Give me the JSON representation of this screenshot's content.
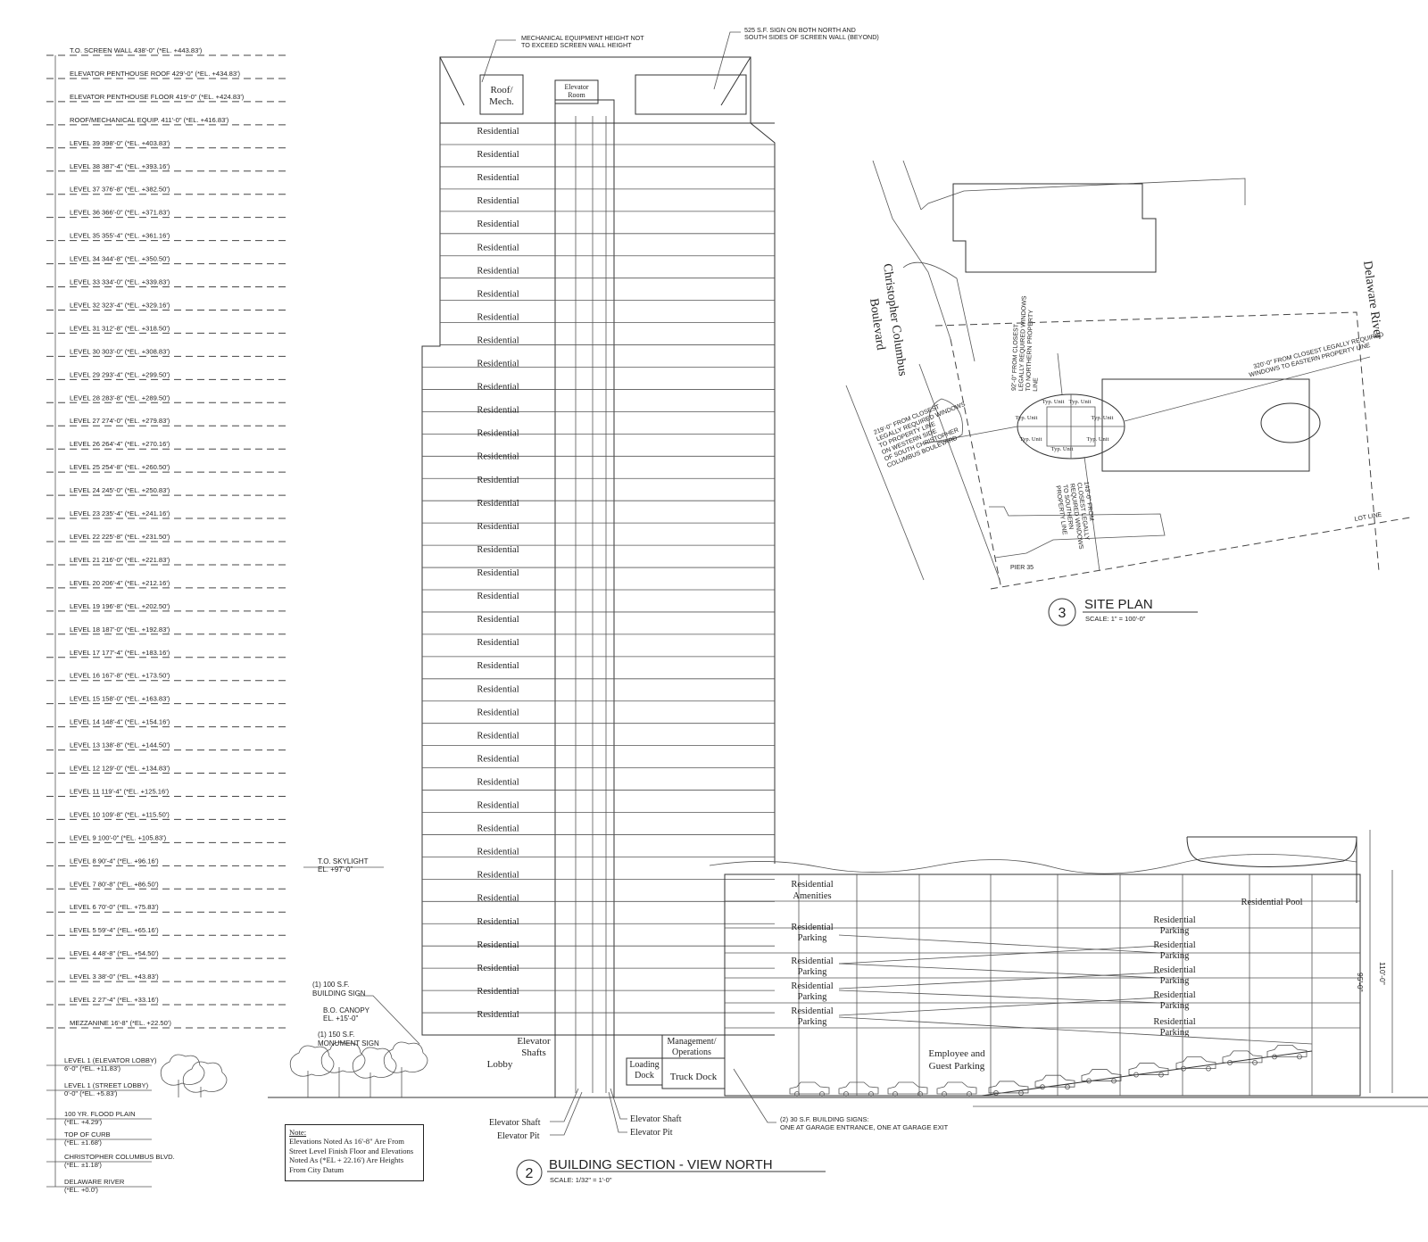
{
  "elevation_levels": [
    {
      "name": "T.O. SCREEN WALL",
      "height": "438'-0\"",
      "datum": "(*EL. +443.83')"
    },
    {
      "name": "ELEVATOR PENTHOUSE ROOF",
      "height": "429'-0\"",
      "datum": "(*EL. +434.83')"
    },
    {
      "name": "ELEVATOR PENTHOUSE FLOOR",
      "height": "419'-0\"",
      "datum": "(*EL. +424.83')"
    },
    {
      "name": "ROOF/MECHANICAL EQUIP.",
      "height": "411'-0\"",
      "datum": "(*EL. +416.83')"
    },
    {
      "name": "LEVEL 39",
      "height": "398'-0\"",
      "datum": "(*EL. +403.83')"
    },
    {
      "name": "LEVEL 38",
      "height": "387'-4\"",
      "datum": "(*EL. +393.16')"
    },
    {
      "name": "LEVEL 37",
      "height": "376'-8\"",
      "datum": "(*EL. +382.50')"
    },
    {
      "name": "LEVEL 36",
      "height": "366'-0\"",
      "datum": "(*EL. +371.83')"
    },
    {
      "name": "LEVEL 35",
      "height": "355'-4\"",
      "datum": "(*EL. +361.16')"
    },
    {
      "name": "LEVEL 34",
      "height": "344'-8\"",
      "datum": "(*EL. +350.50')"
    },
    {
      "name": "LEVEL 33",
      "height": "334'-0\"",
      "datum": "(*EL. +339.83')"
    },
    {
      "name": "LEVEL 32",
      "height": "323'-4\"",
      "datum": "(*EL. +329.16')"
    },
    {
      "name": "LEVEL 31",
      "height": "312'-8\"",
      "datum": "(*EL. +318.50')"
    },
    {
      "name": "LEVEL 30",
      "height": "303'-0\"",
      "datum": "(*EL. +308.83')"
    },
    {
      "name": "LEVEL 29",
      "height": "293'-4\"",
      "datum": "(*EL. +299.50')"
    },
    {
      "name": "LEVEL 28",
      "height": "283'-8\"",
      "datum": "(*EL. +289.50')"
    },
    {
      "name": "LEVEL 27",
      "height": "274'-0\"",
      "datum": "(*EL. +279.83')"
    },
    {
      "name": "LEVEL 26",
      "height": "264'-4\"",
      "datum": "(*EL. +270.16')"
    },
    {
      "name": "LEVEL 25",
      "height": "254'-8\"",
      "datum": "(*EL. +260.50')"
    },
    {
      "name": "LEVEL 24",
      "height": "245'-0\"",
      "datum": "(*EL. +250.83')"
    },
    {
      "name": "LEVEL 23",
      "height": "235'-4\"",
      "datum": "(*EL. +241.16')"
    },
    {
      "name": "LEVEL 22",
      "height": "225'-8\"",
      "datum": "(*EL. +231.50')"
    },
    {
      "name": "LEVEL 21",
      "height": "216'-0\"",
      "datum": "(*EL. +221.83')"
    },
    {
      "name": "LEVEL 20",
      "height": "206'-4\"",
      "datum": "(*EL. +212.16')"
    },
    {
      "name": "LEVEL 19",
      "height": "196'-8\"",
      "datum": "(*EL. +202.50')"
    },
    {
      "name": "LEVEL 18",
      "height": "187'-0\"",
      "datum": "(*EL. +192.83')"
    },
    {
      "name": "LEVEL 17",
      "height": "177'-4\"",
      "datum": "(*EL. +183.16')"
    },
    {
      "name": "LEVEL 16",
      "height": "167'-8\"",
      "datum": "(*EL. +173.50')"
    },
    {
      "name": "LEVEL 15",
      "height": "158'-0\"",
      "datum": "(*EL. +163.83')"
    },
    {
      "name": "LEVEL 14",
      "height": "148'-4\"",
      "datum": "(*EL. +154.16')"
    },
    {
      "name": "LEVEL 13",
      "height": "138'-8\"",
      "datum": "(*EL. +144.50')"
    },
    {
      "name": "LEVEL 12",
      "height": "129'-0\"",
      "datum": "(*EL. +134.83')"
    },
    {
      "name": "LEVEL 11",
      "height": "119'-4\"",
      "datum": "(*EL. +125.16')"
    },
    {
      "name": "LEVEL 10",
      "height": "109'-8\"",
      "datum": "(*EL. +115.50')"
    },
    {
      "name": "LEVEL 9",
      "height": "100'-0\"",
      "datum": "(*EL. +105.83')"
    },
    {
      "name": "LEVEL 8",
      "height": "90'-4\"",
      "datum": "(*EL. +96.16')"
    },
    {
      "name": "LEVEL 7",
      "height": "80'-8\"",
      "datum": "(*EL. +86.50')"
    },
    {
      "name": "LEVEL 6",
      "height": "70'-0\"",
      "datum": "(*EL. +75.83')"
    },
    {
      "name": "LEVEL 5",
      "height": "59'-4\"",
      "datum": "(*EL. +65.16')"
    },
    {
      "name": "LEVEL 4",
      "height": "48'-8\"",
      "datum": "(*EL. +54.50')"
    },
    {
      "name": "LEVEL 3",
      "height": "38'-0\"",
      "datum": "(*EL. +43.83')"
    },
    {
      "name": "LEVEL 2",
      "height": "27'-4\"",
      "datum": "(*EL. +33.16')"
    },
    {
      "name": "MEZZANINE",
      "height": "16'-8\"",
      "datum": "(*EL. +22.50')"
    }
  ],
  "low_levels": [
    {
      "line1": "LEVEL 1 (ELEVATOR LOBBY)",
      "line2": "6'-0\" (*EL. +11.83')"
    },
    {
      "line1": "LEVEL 1 (STREET LOBBY)",
      "line2": "0'-0\" (*EL. +5.83')"
    },
    {
      "line1": "100 YR. FLOOD PLAIN",
      "line2": "(*EL. +4.29')"
    },
    {
      "line1": "TOP OF CURB",
      "line2": "(*EL. ±1.68')"
    },
    {
      "line1": "CHRISTOPHER COLUMBUS BLVD.",
      "line2": "(*EL. ±1.18')"
    },
    {
      "line1": "DELAWARE RIVER",
      "line2": "(*EL. +0.0')"
    }
  ],
  "top_callouts": {
    "mech": "MECHANICAL EQUIPMENT HEIGHT NOT TO EXCEED SCREEN WALL HEIGHT",
    "sign": "525 S.F. SIGN ON BOTH NORTH AND SOUTH SIDES OF SCREEN WALL (BEYOND)"
  },
  "tower": {
    "roof_label": "Roof/ Mech.",
    "elevator_room": "Elevator Room",
    "residential_label": "Residential",
    "lobby": "Lobby",
    "elevator_shafts": "Elevator Shafts",
    "loading_dock": "Loading Dock",
    "truck_dock": "Truck Dock",
    "management": "Management/ Operations"
  },
  "left_callouts": {
    "skylight": "T.O. SKYLIGHT",
    "skylight_el": "EL. +97'-0\"",
    "building_sign": "(1) 100 S.F. BUILDING SIGN",
    "canopy": "B.O. CANOPY",
    "canopy_el": "EL. +15'-0\"",
    "monument": "(1) 150 S.F. MONUMENT SIGN"
  },
  "garage": {
    "amenities": "Residential Amenities",
    "pool": "Residential Pool",
    "parking": "Residential Parking",
    "employee": "Employee and Guest Parking",
    "dim1": "110'-0\"",
    "dim2": "95'-0\""
  },
  "bottom_callouts": {
    "shaft": "Elevator Shaft",
    "pit": "Elevator Pit",
    "signs": "(2) 30 S.F. BUILDING SIGNS: ONE AT GARAGE ENTRANCE, ONE AT GARAGE EXIT"
  },
  "note": {
    "heading": "Note:",
    "text": "Elevations Noted As 16'-8\" Are From Street Level Finish Floor and Elevations Noted As (*EL + 22.16') Are Heights From City Datum"
  },
  "section_title": {
    "number": "2",
    "title": "BUILDING SECTION - VIEW NORTH",
    "scale": "SCALE: 1/32\" = 1'-0\""
  },
  "site_plan": {
    "number": "3",
    "title": "SITE PLAN",
    "scale": "SCALE: 1\" = 100'-0\"",
    "street": "Christopher Columbus Boulevard",
    "river": "Delaware River",
    "dim_north": "92'-0\" FROM CLOSEST LEGALLY REQUIRED WINDOWS TO NORTHERN PROPERTY LINE",
    "dim_east": "320'-0\" FROM CLOSEST LEGALLY REQUIRED WINDOWS TO EASTERN PROPERTY LINE",
    "dim_west": "219'-0\" FROM CLOSEST LEGALLY REQUIRED WINDOWS TO PROPERTY LINE ON WESTERN SIDE OF SOUTH CHRISTOPHER COLUMBUS BOULEVARD",
    "dim_south": "143'-0\" FROM CLOSEST LEGALLY REQUIRED WINDOWS TO SOUTHERN PROPERTY LINE",
    "pier": "PIER 35",
    "lot_line": "LOT LINE",
    "unit": "Typ. Unit"
  }
}
